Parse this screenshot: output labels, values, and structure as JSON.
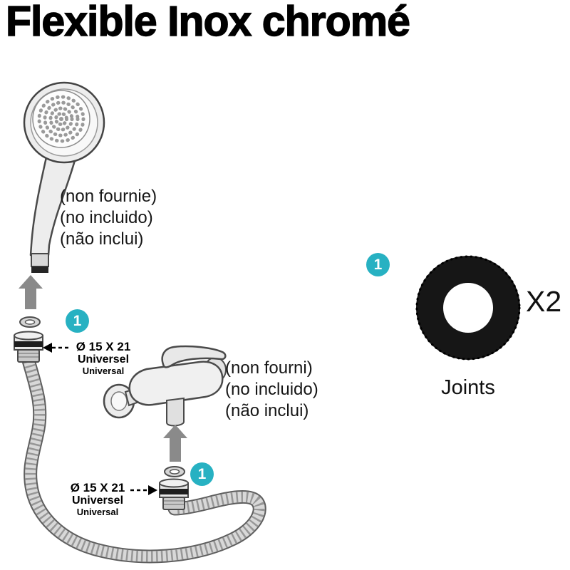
{
  "title": "Flexible Inox chromé",
  "colors": {
    "badge_teal": "#27b1c2",
    "ring_black": "#161616"
  },
  "shower_head_note": {
    "line1": "(non fournie)",
    "line2": "(no incluido)",
    "line3": "(não inclui)"
  },
  "faucet_note": {
    "line1": "(non fourni)",
    "line2": "(no incluido)",
    "line3": "(não inclui)"
  },
  "top_connector": {
    "badge": "1",
    "diameter": "Ø 15 X 21",
    "universal_fr": "Universel",
    "universal_en": "Universal"
  },
  "bottom_connector": {
    "badge": "1",
    "diameter": "Ø 15 X 21",
    "universal_fr": "Universel",
    "universal_en": "Universal"
  },
  "joints": {
    "badge": "1",
    "quantity": "X2",
    "label": "Joints"
  }
}
